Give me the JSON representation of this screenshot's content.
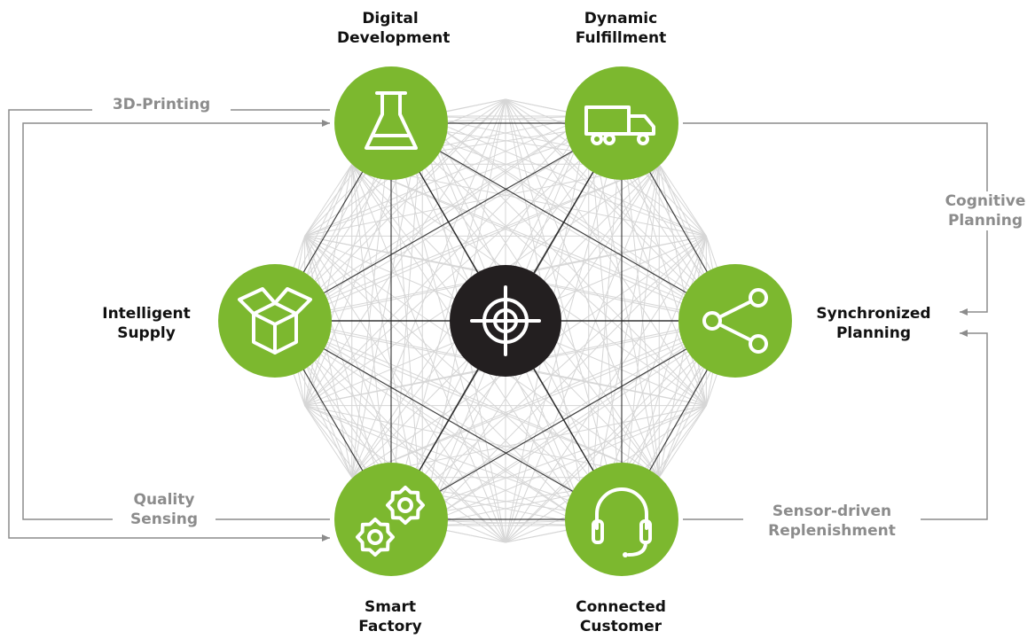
{
  "center": {
    "icon": "target-crosshair-icon",
    "color": "#231f20"
  },
  "colors": {
    "node": "#7cb82f",
    "flow": "#8c8c8c",
    "connector": "#222222",
    "mesh": "#d6d6d6"
  },
  "nodes": [
    {
      "id": "digital-development",
      "line1": "Digital",
      "line2": "Development",
      "icon": "flask-icon"
    },
    {
      "id": "dynamic-fulfillment",
      "line1": "Dynamic",
      "line2": "Fulfillment",
      "icon": "truck-icon"
    },
    {
      "id": "intelligent-supply",
      "line1": "Intelligent",
      "line2": "Supply",
      "icon": "open-box-icon"
    },
    {
      "id": "synchronized-planning",
      "line1": "Synchronized",
      "line2": "Planning",
      "icon": "share-icon"
    },
    {
      "id": "smart-factory",
      "line1": "Smart",
      "line2": "Factory",
      "icon": "gears-icon"
    },
    {
      "id": "connected-customer",
      "line1": "Connected",
      "line2": "Customer",
      "icon": "headset-icon"
    }
  ],
  "flows": [
    {
      "id": "3d-printing",
      "line1": "3D-Printing",
      "line2": ""
    },
    {
      "id": "cognitive-planning",
      "line1": "Cognitive",
      "line2": "Planning"
    },
    {
      "id": "quality-sensing",
      "line1": "Quality",
      "line2": "Sensing"
    },
    {
      "id": "sensor-driven-replenishment",
      "line1": "Sensor-driven",
      "line2": "Replenishment"
    }
  ]
}
